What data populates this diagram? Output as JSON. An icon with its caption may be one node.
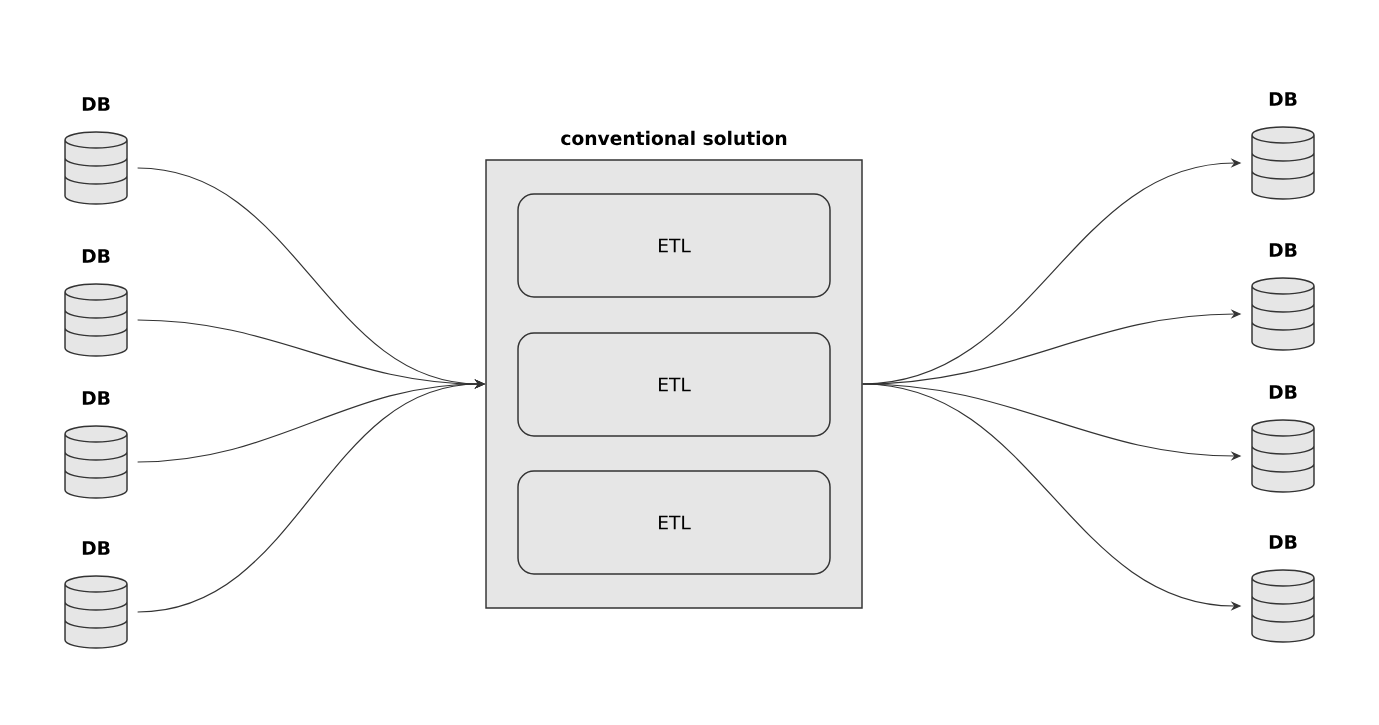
{
  "diagram": {
    "nodes": [
      {
        "text": [
          "DB"
        ]
      },
      {
        "text": [
          "DB"
        ]
      },
      {
        "text": [
          "DB"
        ]
      },
      {
        "text": [
          "DB"
        ]
      },
      {
        "text": [
          "conventional solution"
        ]
      },
      {
        "text": [
          "ETL"
        ],
        "in": 4
      },
      {
        "text": [
          "ETL"
        ],
        "in": 4
      },
      {
        "text": [
          "ETL"
        ],
        "in": 4
      },
      {
        "text": [
          "DB"
        ]
      },
      {
        "text": [
          "DB"
        ]
      },
      {
        "text": [
          "DB"
        ]
      },
      {
        "text": [
          "DB"
        ]
      }
    ],
    "edges": [
      {
        "from": 0,
        "to": 4,
        "arrow": "to"
      },
      {
        "from": 1,
        "to": 4,
        "arrow": "to"
      },
      {
        "from": 2,
        "to": 4,
        "arrow": "to"
      },
      {
        "from": 3,
        "to": 4,
        "arrow": "to"
      },
      {
        "from": 4,
        "to": 8,
        "arrow": "to"
      },
      {
        "from": 4,
        "to": 9,
        "arrow": "to"
      },
      {
        "from": 4,
        "to": 10,
        "arrow": "to"
      },
      {
        "from": 4,
        "to": 11,
        "arrow": "to"
      }
    ]
  }
}
